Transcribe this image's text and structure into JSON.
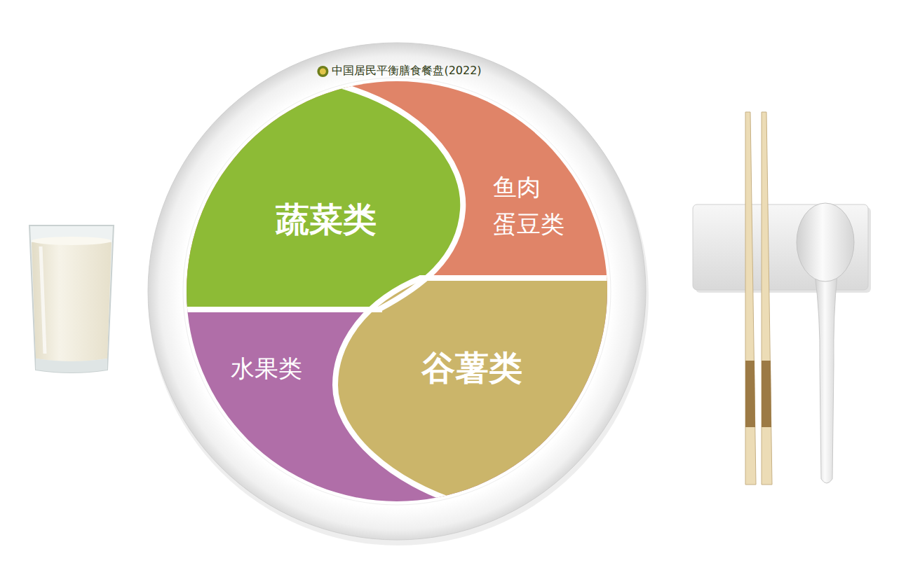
{
  "diagram": {
    "nodes": [
      {
        "text": [
          "蔬菜类"
        ]
      },
      {
        "text": [
          "鱼肉 蛋豆类"
        ]
      },
      {
        "text": [
          "水果类"
        ]
      },
      {
        "text": [
          "谷薯类"
        ]
      }
    ],
    "labels": [
      "中国居民平衡膳食餐盘(2022)"
    ]
  }
}
